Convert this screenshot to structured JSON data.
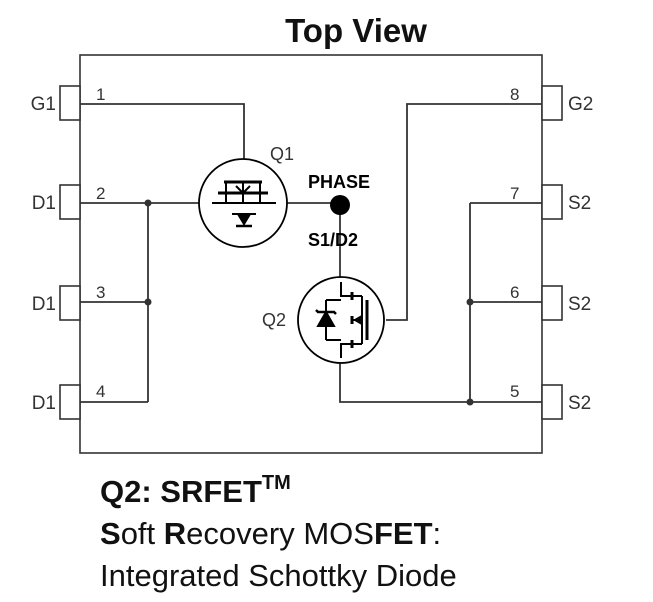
{
  "title": "Top View",
  "pins": {
    "left": [
      {
        "number": "1",
        "name": "G1"
      },
      {
        "number": "2",
        "name": "D1"
      },
      {
        "number": "3",
        "name": "D1"
      },
      {
        "number": "4",
        "name": "D1"
      }
    ],
    "right": [
      {
        "number": "8",
        "name": "G2"
      },
      {
        "number": "7",
        "name": "S2"
      },
      {
        "number": "6",
        "name": "S2"
      },
      {
        "number": "5",
        "name": "S2"
      }
    ]
  },
  "transistors": {
    "q1": "Q1",
    "q2": "Q2"
  },
  "node": {
    "phase": "PHASE",
    "s1d2": "S1/D2"
  },
  "caption": {
    "line1_main": "Q2: SRFET",
    "line1_sup": "TM",
    "line2_parts": [
      "S",
      "oft ",
      "R",
      "ecovery MOS",
      "FET",
      ":"
    ],
    "line3": "Integrated Schottky Diode"
  }
}
